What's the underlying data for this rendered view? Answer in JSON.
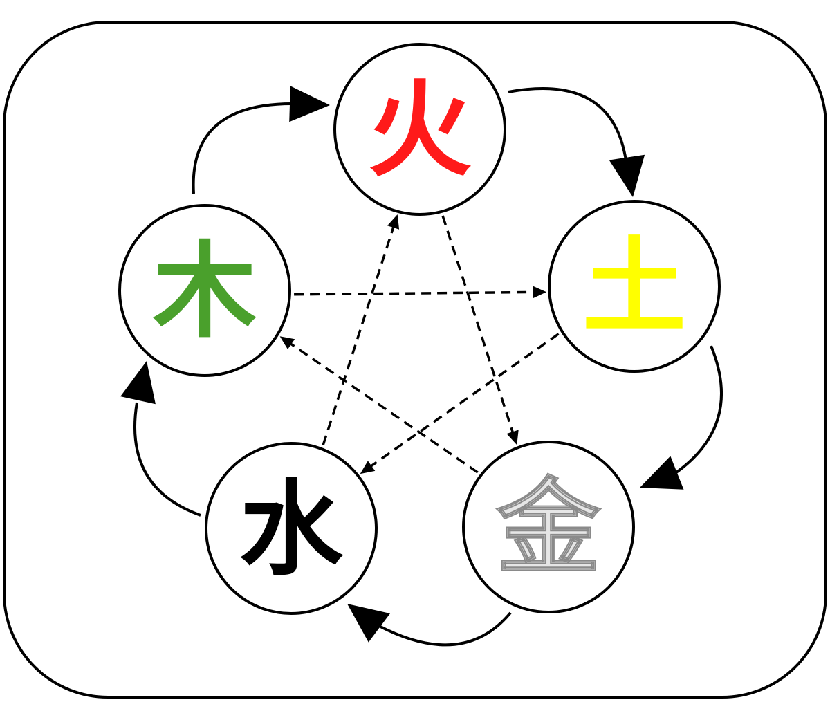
{
  "elements": [
    {
      "id": "fire",
      "label": "火",
      "color": "#ff1a1a",
      "stroke": "none"
    },
    {
      "id": "earth",
      "label": "土",
      "color": "#ffff00",
      "stroke": "none"
    },
    {
      "id": "metal",
      "label": "金",
      "color": "#e6e6e6",
      "stroke": "#8a8a8a"
    },
    {
      "id": "water",
      "label": "水",
      "color": "#000000",
      "stroke": "none"
    },
    {
      "id": "wood",
      "label": "木",
      "color": "#4aa02c",
      "stroke": "none"
    }
  ],
  "generating_cycle": [
    {
      "from": "wood",
      "to": "fire"
    },
    {
      "from": "fire",
      "to": "earth"
    },
    {
      "from": "earth",
      "to": "metal"
    },
    {
      "from": "metal",
      "to": "water"
    },
    {
      "from": "water",
      "to": "wood"
    }
  ],
  "overcoming_cycle": [
    {
      "from": "wood",
      "to": "earth"
    },
    {
      "from": "earth",
      "to": "water"
    },
    {
      "from": "water",
      "to": "fire"
    },
    {
      "from": "fire",
      "to": "metal"
    },
    {
      "from": "metal",
      "to": "wood"
    }
  ]
}
